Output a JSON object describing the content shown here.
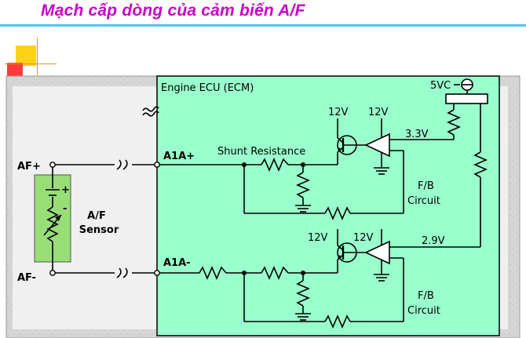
{
  "title": "Mạch cấp dòng của cảm biến A/F",
  "ecu_label": "Engine ECU (ECM)",
  "supply_5v": "5VC",
  "terminals": {
    "af_plus": "AF+",
    "af_minus": "AF-",
    "a1a_plus": "A1A+",
    "a1a_minus": "A1A-"
  },
  "sensor": {
    "line1": "A/F",
    "line2": "Sensor",
    "plus": "+",
    "minus": "-"
  },
  "shunt_label": "Shunt Resistance",
  "upper": {
    "v_transistor": "12V",
    "v_opamp": "12V",
    "ref_voltage": "3.3V",
    "fb_line1": "F/B",
    "fb_line2": "Circuit"
  },
  "lower": {
    "v_transistor": "12V",
    "v_opamp": "12V",
    "ref_voltage": "2.9V",
    "fb_line1": "F/B",
    "fb_line2": "Circuit"
  },
  "colors": {
    "title": "#cc00cc",
    "ecu_fill": "#99ffcc",
    "sensor_fill": "#99dd77",
    "outer_panel": "#d9d9d9"
  }
}
